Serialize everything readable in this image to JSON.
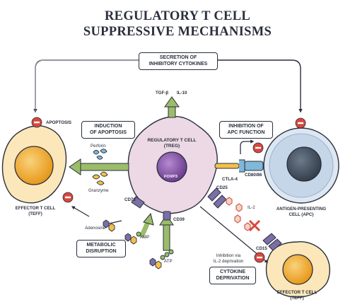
{
  "title": {
    "line1": "REGULATORY T CELL",
    "line2": "SUPPRESSIVE MECHANISMS"
  },
  "boxes": {
    "secretion": [
      "SECRETION OF",
      "INHIBITORY CYTOKINES"
    ],
    "apoptosis_induction": [
      "INDUCTION",
      "OF APOPTOSIS"
    ],
    "apc_inhibition": [
      "INHIBITION OF",
      "APC FUNCTION"
    ],
    "metabolic": [
      "METABOLIC",
      "DISRUPTION"
    ],
    "cytokine_deprivation": [
      "CYTOKINE",
      "DEPRIVATION"
    ]
  },
  "cells": {
    "treg": [
      "REGULATORY T CELL",
      "(TREG)"
    ],
    "foxp3": "FOXP3",
    "teff_left": [
      "EFFECTOR T CELL",
      "(TEFF)"
    ],
    "apc": [
      "ANTIGEN-PRESENTING",
      "CELL (APC)"
    ],
    "teff_right": [
      "EFFECTOR T CELL",
      "(TEFF)"
    ]
  },
  "molecules": {
    "tgfb": "TGF-β",
    "il10": "IL-10",
    "perforin": "Perforin",
    "granzyme": "Granzyme",
    "apoptosis": "APOPTOSIS",
    "ctla4": "CTLA-4",
    "cd80_86": "CD80/86",
    "cd25": "CD25",
    "il2": "IL-2",
    "cd15": "CD15",
    "cd73": "CD73",
    "cd39": "CD39",
    "amp": "AMP",
    "atp": "ATP",
    "adenosine": "Adenosine",
    "il2_deprivation": [
      "Inhibition via",
      "IL-2 deprivation"
    ]
  },
  "colors": {
    "inhibit_red": "#d9473c",
    "treg_pink": "#e8d7e3",
    "nucleus_purple": "#8d5ba8",
    "teff_orange": "#f5b53b",
    "apc_blue": "#bcd2e8",
    "arrow_green": "#9bbd6a"
  }
}
